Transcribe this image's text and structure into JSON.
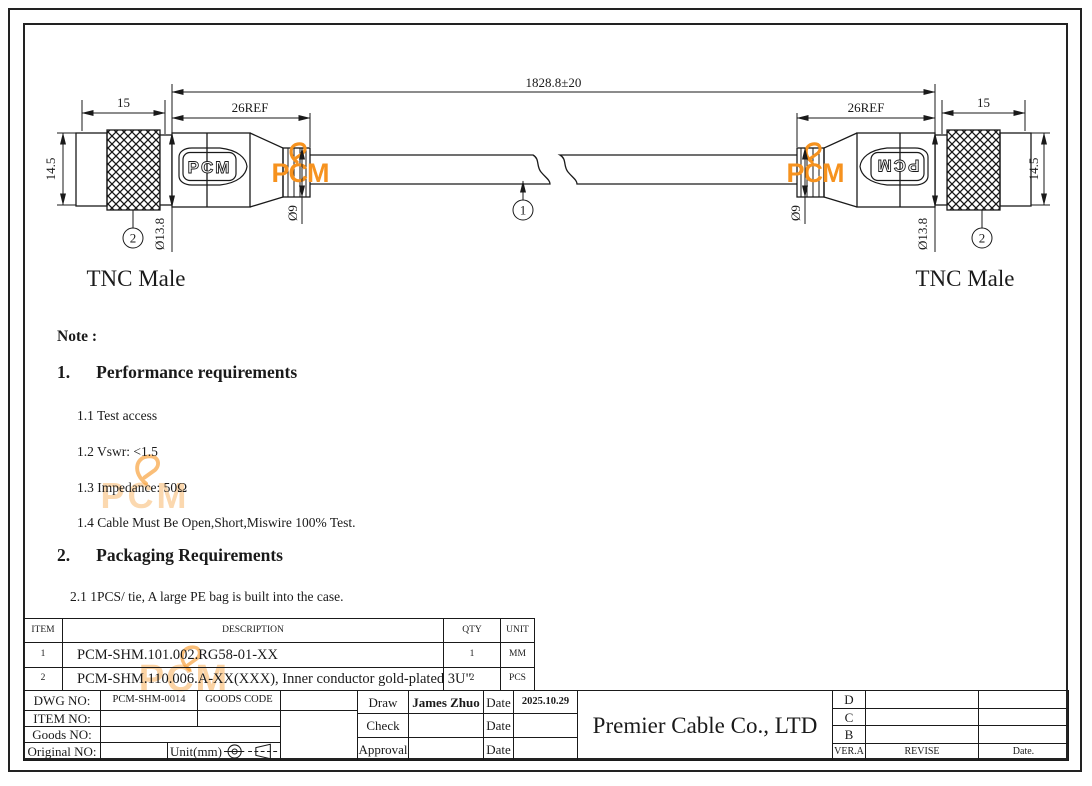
{
  "drawing": {
    "dim_total": "1828.8±20",
    "dim_nut": "15",
    "dim_body": "26REF",
    "dim_height": "14.5",
    "dim_knurl_dia": "Ø13.8",
    "dim_boot_dia": "Ø9",
    "balloon_cable": "1",
    "balloon_connector": "2",
    "connector_label": "TNC Male",
    "logo": "PCM"
  },
  "notes": {
    "heading": "Note :",
    "sec1_no": "1.",
    "sec1_title": "Performance requirements",
    "item_1_1": "1.1 Test access",
    "item_1_2": "1.2 Vswr: <1.5",
    "item_1_3": "1.3 Impedance: 50Ω",
    "item_1_4": "1.4 Cable Must Be Open,Short,Miswire 100% Test.",
    "sec2_no": "2.",
    "sec2_title": "Packaging Requirements",
    "item_2_1": "2.1 1PCS/ tie, A large PE bag is built into the case."
  },
  "bom": {
    "headers": {
      "item": "ITEM",
      "description": "DESCRIPTION",
      "qty": "QTY",
      "unit": "UNIT"
    },
    "rows": [
      {
        "item": "1",
        "description": "PCM-SHM.101.002.RG58-01-XX",
        "qty": "1",
        "unit": "MM"
      },
      {
        "item": "2",
        "description": "PCM-SHM.110.006.A-XX(XXX), Inner conductor gold-plated 3U\"",
        "qty": "2",
        "unit": "PCS"
      }
    ]
  },
  "titleblock": {
    "dwg_no_label": "DWG NO:",
    "dwg_no": "PCM-SHM-0014",
    "goods_code": "GOODS CODE",
    "item_no_label": "ITEM NO:",
    "goods_no_label": "Goods NO:",
    "original_no_label": "Original NO:",
    "unit": "Unit(mm)",
    "draw_label": "Draw",
    "draw_name": "James Zhuo",
    "date_label": "Date",
    "draw_date": "2025.10.29",
    "check_label": "Check",
    "approval_label": "Approval",
    "company": "Premier Cable Co., LTD",
    "rev_rows": [
      "D",
      "C",
      "B"
    ],
    "ver": "VER.A",
    "revise": "REVISE",
    "rev_date": "Date."
  },
  "colors": {
    "accent": "#F6921E",
    "line": "#1A1A1A"
  }
}
